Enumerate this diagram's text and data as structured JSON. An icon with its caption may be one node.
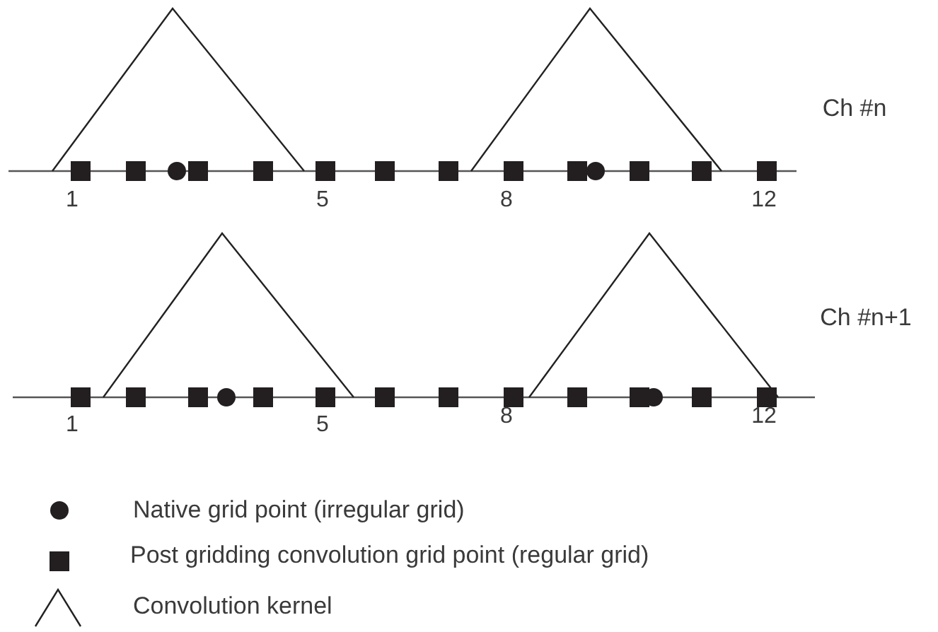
{
  "diagram": {
    "labels": [
      "Ch #n",
      "1",
      "5",
      "8",
      "12",
      "Ch #n+1",
      "1",
      "5",
      "8",
      "12"
    ],
    "legend": [
      {
        "text": "Native grid point (irregular grid)"
      },
      {
        "text": "Post gridding convolution grid point (regular grid)"
      },
      {
        "text": "Convolution kernel"
      }
    ]
  }
}
